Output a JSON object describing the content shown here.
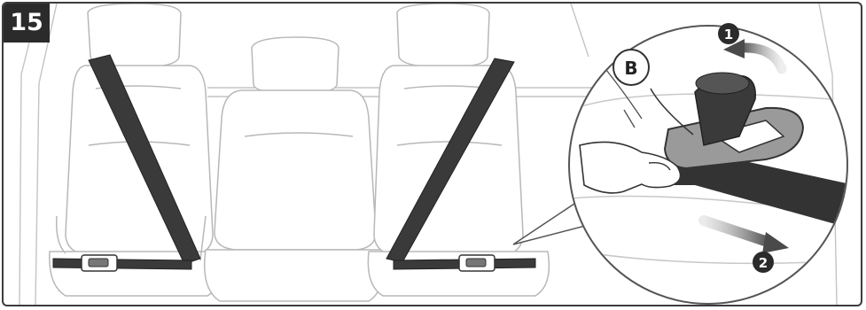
{
  "step": {
    "number": "15"
  },
  "callout": {
    "part_label": "B",
    "step_markers": [
      "1",
      "2"
    ]
  },
  "colors": {
    "belt": "#3a3a3a",
    "seat_outline": "#b8b8b8",
    "badge": "#2b2b2b",
    "buckle_plate": "#9a9a9a"
  },
  "icons": {
    "rotate_arrow": "curved-arrow-icon",
    "pull_arrow": "straight-arrow-icon"
  }
}
